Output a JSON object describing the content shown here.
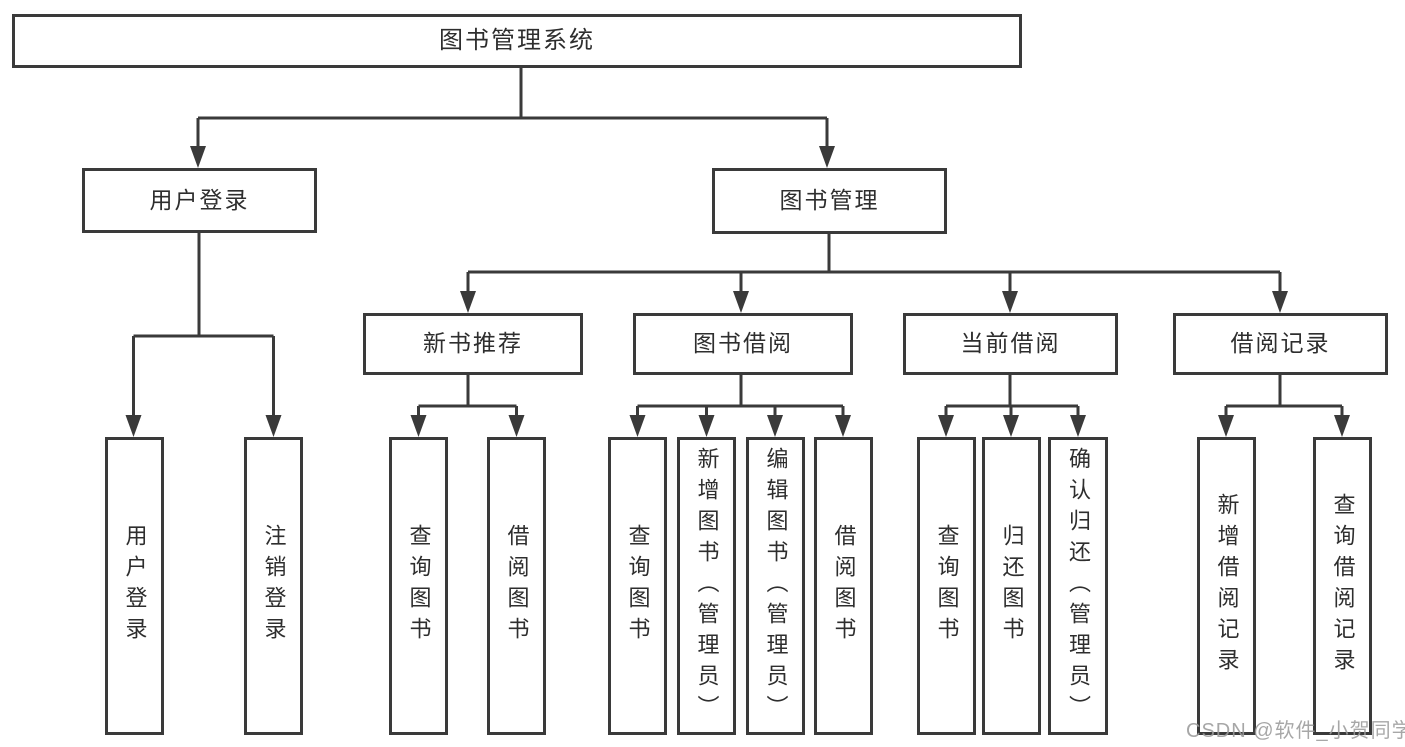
{
  "tree": {
    "root": "图书管理系统",
    "user_login": {
      "label": "用户登录",
      "leaves": [
        "用户登录",
        "注销登录"
      ]
    },
    "book_mgmt": {
      "label": "图书管理",
      "groups": [
        {
          "label": "新书推荐",
          "leaves": [
            "查询图书",
            "借阅图书"
          ]
        },
        {
          "label": "图书借阅",
          "leaves": [
            "查询图书",
            "新增图书（管理员）",
            "编辑图书（管理员）",
            "借阅图书"
          ]
        },
        {
          "label": "当前借阅",
          "leaves": [
            "查询图书",
            "归还图书",
            "确认归还（管理员）"
          ]
        },
        {
          "label": "借阅记录",
          "leaves": [
            "新增借阅记录",
            "查询借阅记录"
          ]
        }
      ]
    }
  },
  "watermark": "CSDN @软件_小贺同学",
  "colors": {
    "line": "#3a3a3a",
    "text": "#2e2e2e",
    "watermark": "#9b9b9b",
    "background": "#ffffff"
  }
}
